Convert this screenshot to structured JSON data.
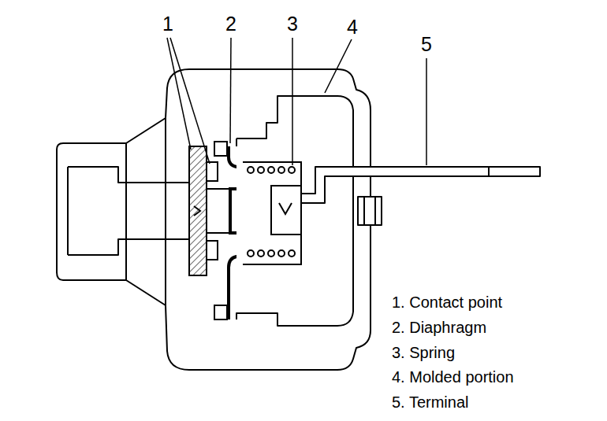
{
  "diagram": {
    "labels": [
      "1",
      "2",
      "3",
      "4",
      "5",
      "1. Contact point",
      "2. Diaphragm",
      "3. Spring",
      "4. Molded portion",
      "5. Terminal"
    ]
  }
}
